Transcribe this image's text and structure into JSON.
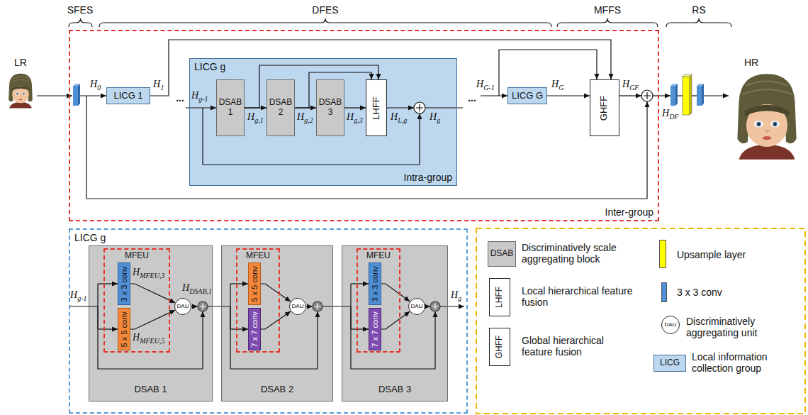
{
  "diagram": {
    "nodes": [
      {
        "text": [
          "Inter-group"
        ]
      },
      {
        "text": [
          "LICG 1"
        ],
        "in": 0
      },
      {
        "text": [
          "LICG g",
          "Intra-group"
        ],
        "in": 0
      },
      {
        "text": [
          "DSAB 1"
        ],
        "in": 2
      },
      {
        "text": [
          "DSAB 2"
        ],
        "in": 2
      },
      {
        "text": [
          "DSAB 3"
        ],
        "in": 2
      },
      {
        "text": [
          "LHFF"
        ],
        "in": 2
      },
      {
        "text": [
          "LICG G"
        ],
        "in": 0
      },
      {
        "text": [
          "GHFF"
        ],
        "in": 0
      },
      {
        "text": [
          "LICG g"
        ]
      },
      {
        "text": [
          "DSAB 1"
        ],
        "in": 9
      },
      {
        "text": [
          "MFEU"
        ],
        "in": 10
      },
      {
        "text": [
          "3 x 3 conv"
        ],
        "in": 11
      },
      {
        "text": [
          "5 x 5 conv"
        ],
        "in": 11
      },
      {
        "text": [
          "DAU"
        ],
        "in": 10
      },
      {
        "text": [
          "DSAB 2"
        ],
        "in": 9
      },
      {
        "text": [
          "MFEU"
        ],
        "in": 15
      },
      {
        "text": [
          "5 x 5 conv"
        ],
        "in": 16
      },
      {
        "text": [
          "7 x 7 conv"
        ],
        "in": 16
      },
      {
        "text": [
          "DAU"
        ],
        "in": 15
      },
      {
        "text": [
          "DSAB 3"
        ],
        "in": 9
      },
      {
        "text": [
          "MFEU"
        ],
        "in": 20
      },
      {
        "text": [
          "3 x 3 conv"
        ],
        "in": 21
      },
      {
        "text": [
          "7 x 7 conv"
        ],
        "in": 21
      },
      {
        "text": [
          "DAU"
        ],
        "in": 20
      },
      {
        "text": [
          "DSAB"
        ]
      },
      {
        "text": [
          "LHFF"
        ]
      },
      {
        "text": [
          "GHFF"
        ]
      },
      {
        "text": [
          "DAU"
        ]
      },
      {
        "text": [
          "LICG"
        ]
      }
    ],
    "edges": [
      {
        "from": 1,
        "to": 8,
        "arrow": "to"
      },
      {
        "from": 3,
        "to": 4,
        "arrow": "to"
      },
      {
        "from": 4,
        "to": 5,
        "arrow": "to"
      },
      {
        "from": 5,
        "to": 6,
        "arrow": "to"
      },
      {
        "from": 3,
        "to": 6,
        "arrow": "to"
      },
      {
        "from": 4,
        "to": 6,
        "arrow": "to"
      },
      {
        "from": 7,
        "to": 8,
        "arrow": "to"
      },
      {
        "from": 12,
        "to": 14,
        "arrow": "to"
      },
      {
        "from": 13,
        "to": 14,
        "arrow": "to"
      },
      {
        "from": 17,
        "to": 19,
        "arrow": "to"
      },
      {
        "from": 18,
        "to": 19,
        "arrow": "to"
      },
      {
        "from": 22,
        "to": 24,
        "arrow": "to"
      },
      {
        "from": 23,
        "to": 24,
        "arrow": "to"
      }
    ],
    "labels": [
      "SFES",
      "DFES",
      "MFFS",
      "RS",
      "LR",
      "H",
      "0",
      "H",
      "1",
      "...",
      "H",
      "g-1",
      "H",
      "g,1",
      "H",
      "g,2",
      "H",
      "g,3",
      "H",
      "L,g",
      "H",
      "g",
      "...",
      "H",
      "G-1",
      "H",
      "G",
      "H",
      "GF",
      "H",
      "DF",
      "HR",
      "H",
      "g-1",
      "H",
      "MFEU,3",
      "H",
      "MFEU,5",
      "H",
      "DSAB,1",
      "H",
      "g"
    ],
    "legend": [
      {
        "text": "Discriminatively scale aggregating block"
      },
      {
        "text": "Upsample layer",
        "color": "#ffff00"
      },
      {
        "text": "Local hierarchical feature fusion"
      },
      {
        "text": "3 x 3 conv",
        "color": "#4f8fd6"
      },
      {
        "text": "Global hierarchical feature fusion"
      },
      {
        "text": "Discriminatively aggregating unit"
      },
      {
        "text": "Local information collection group"
      }
    ]
  }
}
